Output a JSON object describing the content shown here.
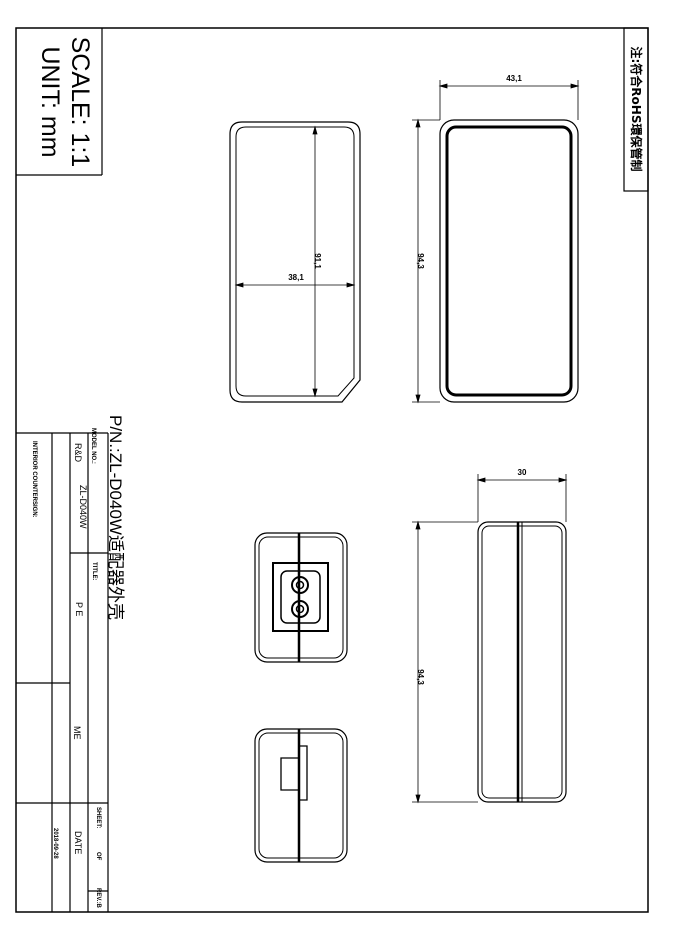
{
  "drawing": {
    "scale": "SCALE: 1:1",
    "unit": "UNIT: mm",
    "rohs_note": "注:符合RoHS環保管制",
    "part_number": "P/N.:ZL-D040W适配器外壳",
    "dimensions": {
      "top_width": "43,1",
      "top_height": "94,3",
      "inner_width": "38,1",
      "inner_height": "91,1",
      "side_width": "30",
      "side_height": "94,3"
    }
  },
  "title_block": {
    "model_label": "MODEL NO.:",
    "model_value": "ZL-D040W",
    "title_label": "TITLE:",
    "sheet_label": "SHEET:",
    "sheet_of": "OF",
    "rev_label": "REV.:B",
    "rd_label": "R&D",
    "pe_label": "P E",
    "me_label": "ME",
    "date_label": "DATE",
    "date_value": "2018-09-28",
    "interior_label": "INTERIOR COUNTERSIGN:"
  }
}
